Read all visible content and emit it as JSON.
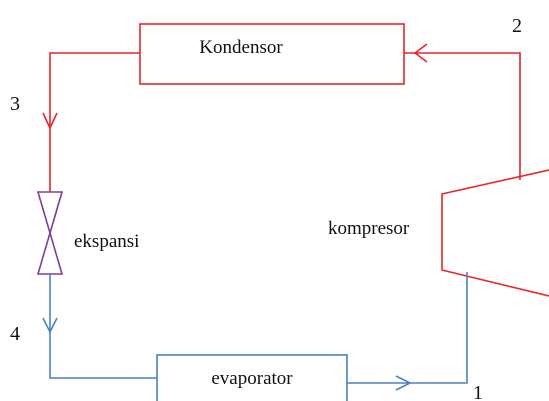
{
  "components": {
    "condenser": {
      "label": "Kondensor"
    },
    "expansion": {
      "label": "ekspansi"
    },
    "compressor": {
      "label": "kompresor"
    },
    "evaporator": {
      "label": "evaporator"
    }
  },
  "state_points": [
    "1",
    "2",
    "3",
    "4"
  ],
  "colors": {
    "high_pressure_line": "#e8262b",
    "low_pressure_line": "#4f81bd",
    "expansion_valve": "#7f3f98",
    "text": "#111111"
  }
}
